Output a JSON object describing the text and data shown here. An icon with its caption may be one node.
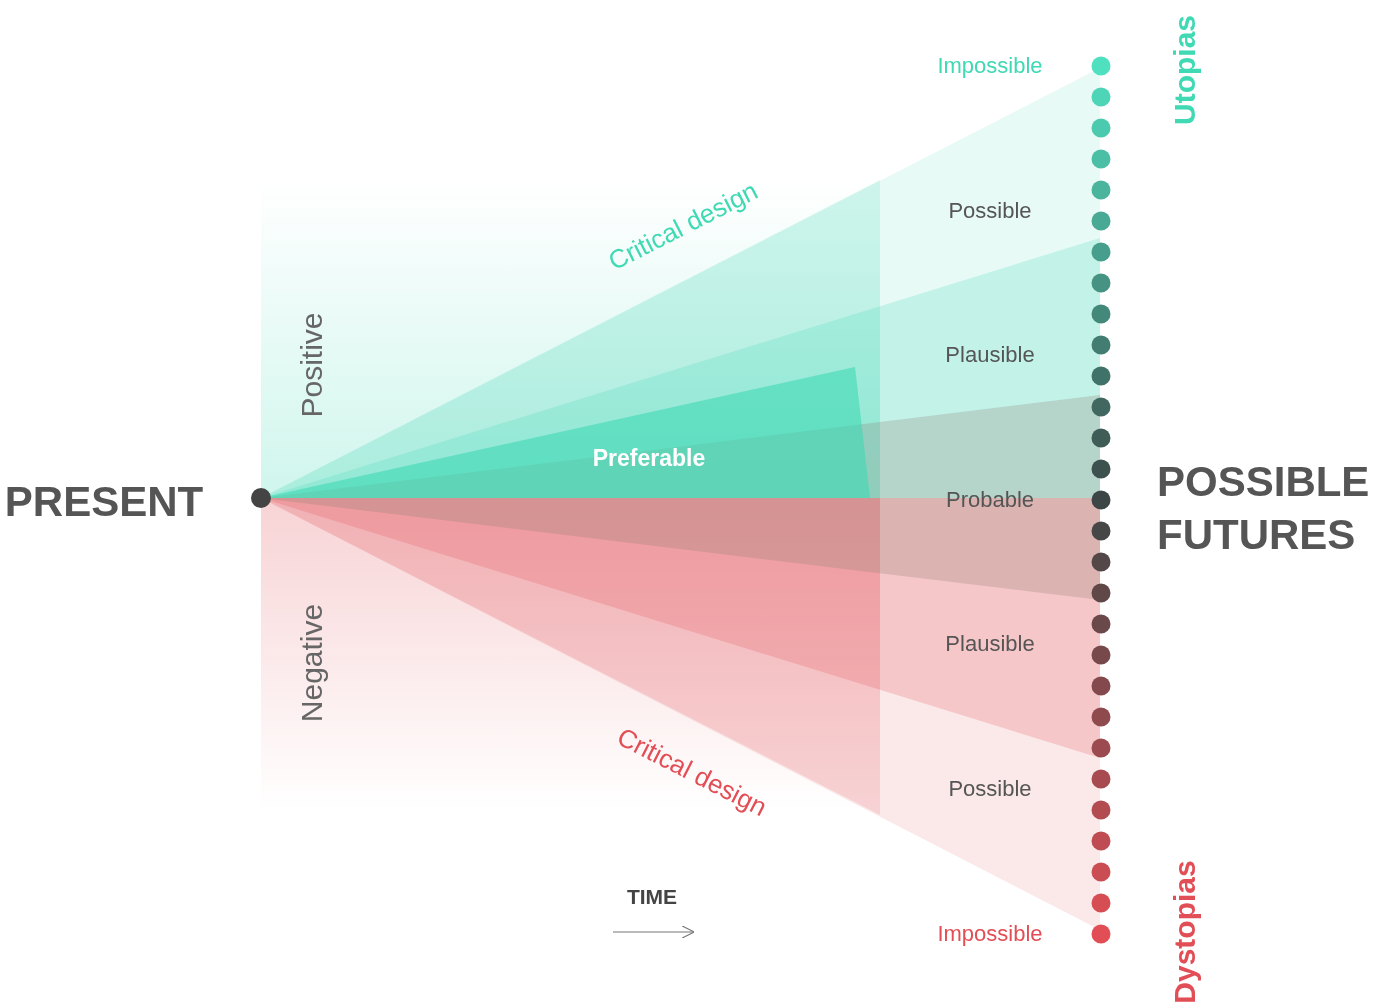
{
  "diagram": {
    "labels": [
      "Utopias",
      "Impossible",
      "Critical design",
      "Possible",
      "Plausible",
      "Positive",
      "Preferable",
      "PRESENT",
      "Probable",
      "POSSIBLE FUTURES",
      "Plausible",
      "Negative",
      "Critical design",
      "Possible",
      "TIME",
      "Impossible",
      "Dystopias"
    ]
  }
}
